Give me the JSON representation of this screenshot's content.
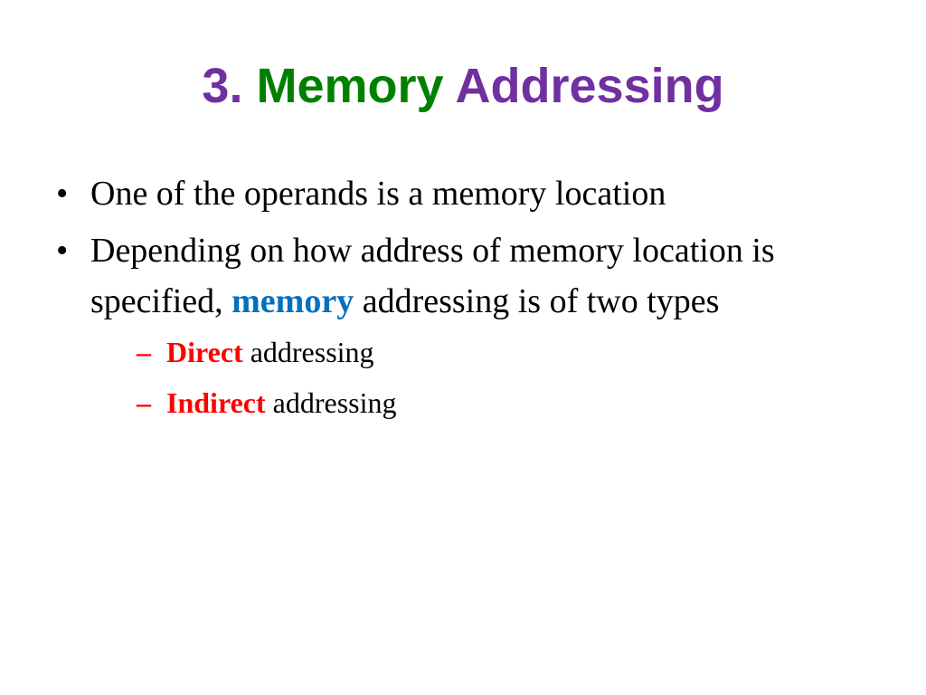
{
  "colors": {
    "title_number": "#7030a0",
    "title_memory": "#008000",
    "title_addressing": "#7030a0",
    "emphasis_blue": "#0070c0",
    "emphasis_red": "#ff0000",
    "body_text": "#000000"
  },
  "title": {
    "number": "3.",
    "word1": "Memory",
    "word2": "Addressing"
  },
  "bullets": [
    {
      "text": "One of the operands is a memory location"
    },
    {
      "text_before": "Depending on how address of memory location is specified,",
      "highlight": "memory",
      "text_after": "addressing is of two types",
      "subitems": [
        {
          "highlight": "Direct",
          "text": "addressing"
        },
        {
          "highlight": "Indirect",
          "text": "addressing"
        }
      ]
    }
  ],
  "symbols": {
    "bullet": "•",
    "dash": "–"
  }
}
